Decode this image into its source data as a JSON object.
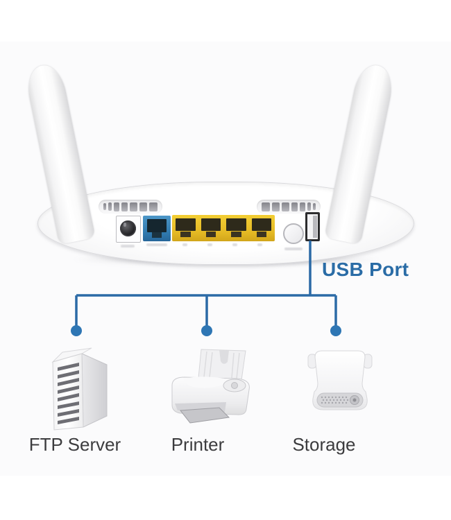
{
  "usb_callout": {
    "label": "USB Port"
  },
  "devices": [
    {
      "id": "ftp-server",
      "label": "FTP Server"
    },
    {
      "id": "printer",
      "label": "Printer"
    },
    {
      "id": "storage",
      "label": "Storage"
    }
  ],
  "router": {
    "lan_port_count": 4,
    "vent_slot_widths": [
      4,
      6,
      8,
      10,
      11,
      12,
      13
    ]
  },
  "icons": {
    "router": "wireless-router-rear-panel",
    "power": "dc-power-jack",
    "wan": "wan-ethernet-port",
    "lan": "lan-ethernet-port",
    "button": "wps-reset-button",
    "usb": "usb-a-port",
    "ftp_server": "server-tower-icon",
    "printer": "inkjet-printer-icon",
    "storage": "external-drive-icon"
  },
  "colors": {
    "connector_line": "#2b6aa6",
    "connector_dot": "#2e76b4",
    "usb_label_text": "#2a6ca6",
    "wan_port_blue": "#3480b4",
    "lan_port_yellow": "#e9c32c",
    "device_label_text": "#3c3c3e",
    "background": "#ffffff"
  }
}
